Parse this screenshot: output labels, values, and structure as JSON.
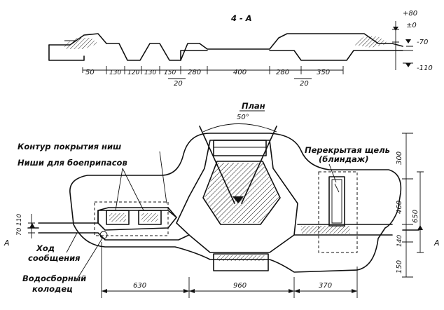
{
  "section": {
    "title": "4 - A",
    "elevations": [
      "+80",
      "±0",
      "-70",
      "-110"
    ],
    "bottom_dims": [
      "50",
      "130",
      "120",
      "130",
      "150",
      "280",
      "400",
      "280",
      "350"
    ],
    "step_dims": [
      "20",
      "20"
    ]
  },
  "plan": {
    "title": "План",
    "angle": "50°",
    "labels": {
      "contour": "Контур покрытия ниш",
      "niches": "Ниши для боеприпасов",
      "slit": "Перекрытая щель",
      "slit_sub": "(блиндаж)",
      "trench": "Ход",
      "trench2": "сообщения",
      "well": "Водосборный",
      "well2": "колодец"
    },
    "section_marks": [
      "А",
      "А"
    ],
    "left_dims": [
      "110",
      "70"
    ],
    "right_dims": [
      "300",
      "460",
      "140",
      "150",
      "650"
    ],
    "bottom_dims": [
      "630",
      "960",
      "370"
    ]
  }
}
